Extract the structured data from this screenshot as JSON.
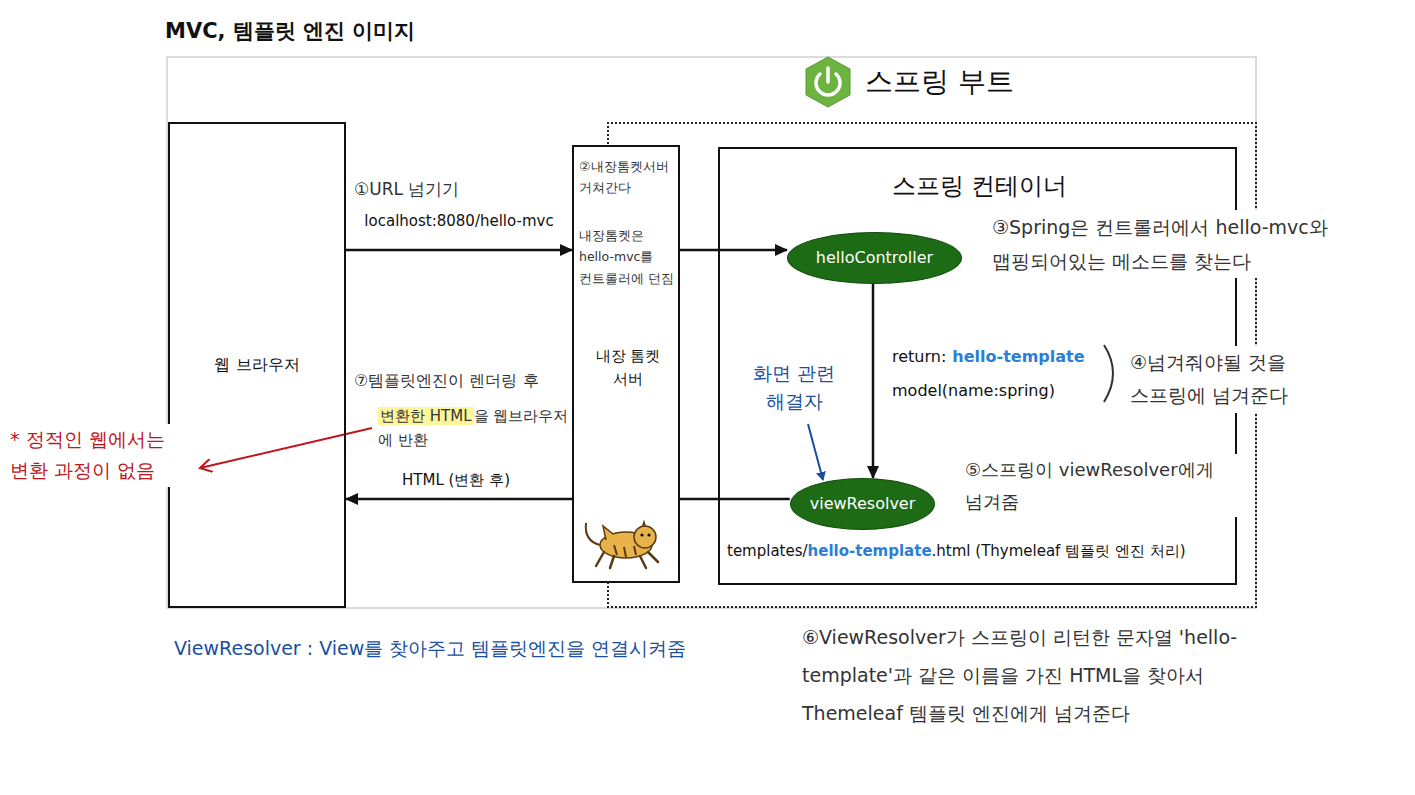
{
  "diagram": {
    "title": "MVC, 템플릿 엔진 이미지",
    "nodes": [
      {
        "text": [
          "웹 브라우저"
        ]
      },
      {
        "text": [
          "스프링 부트"
        ]
      },
      {
        "text": [
          "②내장톰켓서버 거쳐간다",
          "내장톰켓은 hello-mvc를 컨트롤러에 던짐",
          "내장 톰켓 서버"
        ]
      },
      {
        "text": [
          "스프링 컨테이너"
        ],
        "in": 1
      },
      {
        "text": [
          "helloController"
        ],
        "in": 3
      },
      {
        "text": [
          "viewResolver"
        ],
        "in": 3
      }
    ],
    "edges": [
      {
        "from": 0,
        "to": 2,
        "arrow": "to",
        "label": "localhost:8080/hello-mvc"
      },
      {
        "from": 2,
        "to": 4,
        "arrow": "to"
      },
      {
        "from": 4,
        "to": 5,
        "arrow": "to"
      },
      {
        "from": 5,
        "to": 0,
        "arrow": "to",
        "label": "HTML (변환 후)"
      }
    ],
    "labels": [
      "①URL 넘기기",
      "③Spring은 컨트롤러에서 hello-mvc와 맵핑되어있는 메소드를 찾는다",
      "return:",
      "hello-template",
      "model(name:spring)",
      "④넘겨줘야될 것을 스프링에 넘겨준다",
      "화면 관련 해결자",
      "⑤스프링이 viewResolver에게 넘겨줌",
      "templates/",
      "hello-template",
      ".html (Thymeleaf 템플릿 엔진 처리)",
      "⑦템플릿엔진이 렌더링 후",
      "변환한 HTML",
      "을 웹브라우저에 반환",
      "* 정적인 웹에서는 변환 과정이 없음",
      "ViewResolver : View를 찾아주고 템플릿엔진을 연결시켜줌",
      "⑥ViewResolver가 스프링이 리턴한 문자열 'hello-template'과 같은 이름을 가진 HTML을 찾아서 Themeleaf 템플릿 엔진에게 넘겨준다"
    ]
  }
}
